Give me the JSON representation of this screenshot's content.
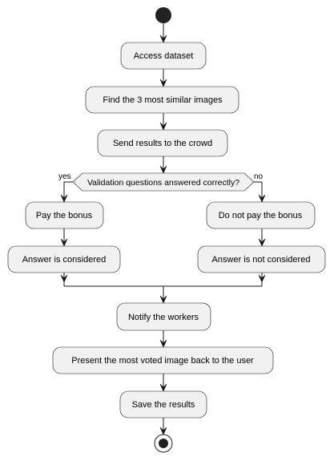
{
  "activities": {
    "access_dataset": "Access dataset",
    "find_similar": "Find the 3 most similar images",
    "send_results": "Send results to the crowd",
    "pay_bonus": "Pay the bonus",
    "answer_considered": "Answer is considered",
    "not_pay_bonus": "Do not pay the bonus",
    "answer_not_considered": "Answer is not considered",
    "notify_workers": "Notify the workers",
    "present_voted": "Present the most voted image back to the user",
    "save_results": "Save the results"
  },
  "decision": {
    "question": "Validation questions answered correctly?",
    "yes_label": "yes",
    "no_label": "no"
  }
}
